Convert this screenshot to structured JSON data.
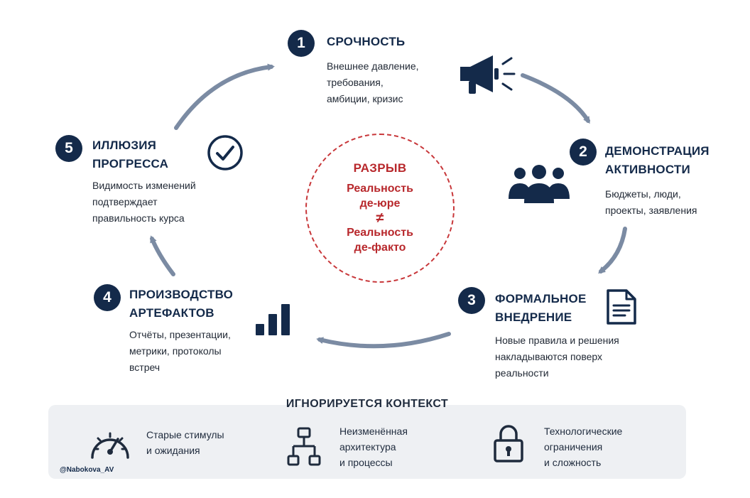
{
  "cycle": {
    "steps": [
      {
        "number": "1",
        "title": [
          "СРОЧНОСТЬ"
        ],
        "description": [
          "Внешнее давление,",
          "требования,",
          "амбиции, кризис"
        ],
        "icon": "megaphone-icon"
      },
      {
        "number": "2",
        "title": [
          "ДЕМОНСТРАЦИЯ",
          "АКТИВНОСТИ"
        ],
        "description": [
          "Бюджеты, люди,",
          "проекты, заявления"
        ],
        "icon": "people-group-icon"
      },
      {
        "number": "3",
        "title": [
          "ФОРМАЛЬНОЕ",
          "ВНЕДРЕНИЕ"
        ],
        "description": [
          "Новые правила и решения",
          "накладываются поверх",
          "реальности"
        ],
        "icon": "document-icon"
      },
      {
        "number": "4",
        "title": [
          "ПРОИЗВОДСТВО",
          "АРТЕФАКТОВ"
        ],
        "description": [
          "Отчёты, презентации,",
          "метрики, протоколы",
          "встреч"
        ],
        "icon": "bar-chart-icon"
      },
      {
        "number": "5",
        "title": [
          "ИЛЛЮЗИЯ",
          "ПРОГРЕССА"
        ],
        "description": [
          "Видимость изменений",
          "подтверждает",
          "правильность курса"
        ],
        "icon": "check-circle-icon"
      }
    ]
  },
  "gap": {
    "label": "РАЗРЫВ",
    "lines": [
      "Реальность",
      "де-юре",
      "≠",
      "Реальность",
      "де-факто"
    ]
  },
  "context": {
    "title": "ИГНОРИРУЕТСЯ КОНТЕКСТ",
    "items": [
      {
        "lines": [
          "Старые стимулы",
          "и ожидания"
        ],
        "icon": "speedometer-icon"
      },
      {
        "lines": [
          "Неизменённая",
          "архитектура",
          "и процессы"
        ],
        "icon": "hierarchy-icon"
      },
      {
        "lines": [
          "Технологические",
          "ограничения",
          "и сложность"
        ],
        "icon": "lock-icon"
      }
    ]
  },
  "watermark": "@Nabokova_AV",
  "colors": {
    "navy": "#142a4a",
    "red": "#b8282c",
    "arrow": "#7b8ba3",
    "panel": "#eef0f3"
  }
}
